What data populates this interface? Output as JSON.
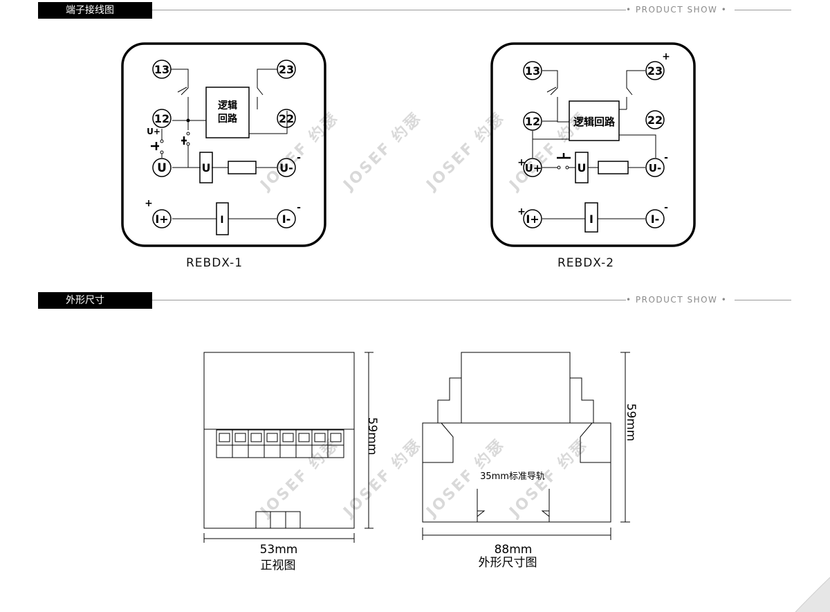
{
  "sections": [
    {
      "title": "端子接线图",
      "tag": "• PRODUCT SHOW •"
    },
    {
      "title": "外形尺寸",
      "tag": "• PRODUCT SHOW •"
    }
  ],
  "diagram1": {
    "caption": "REBDX-1",
    "terminals": {
      "t13": "13",
      "t23": "23",
      "t12": "12",
      "t22": "22",
      "u": "U",
      "um": "U-",
      "ip": "I+",
      "im": "I-"
    },
    "logic_line1": "逻辑",
    "logic_line2": "回路",
    "u_box": "U",
    "i_box": "I",
    "u_plus_label": "U+",
    "plus": "+",
    "minus": "-"
  },
  "diagram2": {
    "caption": "REBDX-2",
    "terminals": {
      "t13": "13",
      "t23": "23",
      "t12": "12",
      "t22": "22",
      "up": "U+",
      "um": "U-",
      "ip": "I+",
      "im": "I-"
    },
    "logic": "逻辑回路",
    "u_box": "U",
    "i_box": "I",
    "plus": "+",
    "minus": "-"
  },
  "dimensions": {
    "front_width": "53mm",
    "front_height": "59mm",
    "front_caption": "正视图",
    "side_width": "88mm",
    "side_height": "59mm",
    "side_caption": "外形尺寸图",
    "rail_label": "35mm标准导轨"
  },
  "watermark": "JOSEF 约瑟"
}
